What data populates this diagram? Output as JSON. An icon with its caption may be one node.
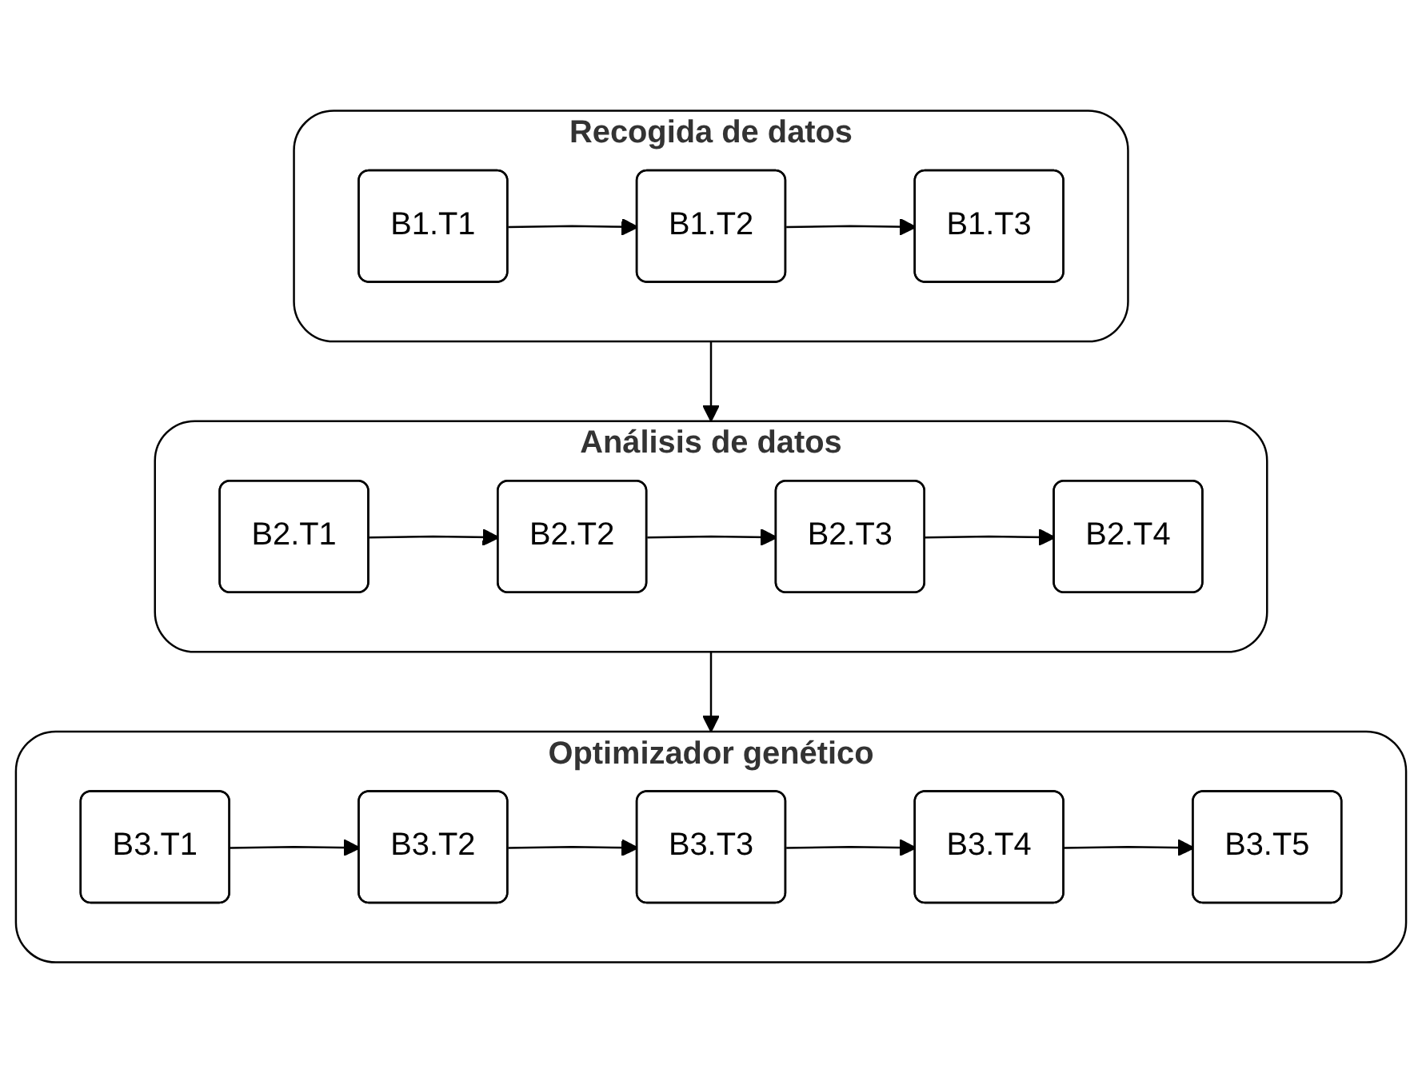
{
  "diagram": {
    "nodes": [
      {
        "text": [
          "Recogida de datos"
        ]
      },
      {
        "text": [
          "B1.T1"
        ],
        "in": 0
      },
      {
        "text": [
          "B1.T2"
        ],
        "in": 0
      },
      {
        "text": [
          "B1.T3"
        ],
        "in": 0
      },
      {
        "text": [
          "Análisis de datos"
        ]
      },
      {
        "text": [
          "B2.T1"
        ],
        "in": 4
      },
      {
        "text": [
          "B2.T2"
        ],
        "in": 4
      },
      {
        "text": [
          "B2.T3"
        ],
        "in": 4
      },
      {
        "text": [
          "B2.T4"
        ],
        "in": 4
      },
      {
        "text": [
          "Optimizador genético"
        ]
      },
      {
        "text": [
          "B3.T1"
        ],
        "in": 9
      },
      {
        "text": [
          "B3.T2"
        ],
        "in": 9
      },
      {
        "text": [
          "B3.T3"
        ],
        "in": 9
      },
      {
        "text": [
          "B3.T4"
        ],
        "in": 9
      },
      {
        "text": [
          "B3.T5"
        ],
        "in": 9
      }
    ],
    "edges": [
      {
        "from": 1,
        "to": 2,
        "arrow": "to"
      },
      {
        "from": 2,
        "to": 3,
        "arrow": "to"
      },
      {
        "from": 0,
        "to": 4,
        "arrow": "to"
      },
      {
        "from": 5,
        "to": 6,
        "arrow": "to"
      },
      {
        "from": 6,
        "to": 7,
        "arrow": "to"
      },
      {
        "from": 7,
        "to": 8,
        "arrow": "to"
      },
      {
        "from": 4,
        "to": 9,
        "arrow": "to"
      },
      {
        "from": 10,
        "to": 11,
        "arrow": "to"
      },
      {
        "from": 11,
        "to": 12,
        "arrow": "to"
      },
      {
        "from": 12,
        "to": 13,
        "arrow": "to"
      },
      {
        "from": 13,
        "to": 14,
        "arrow": "to"
      }
    ]
  }
}
